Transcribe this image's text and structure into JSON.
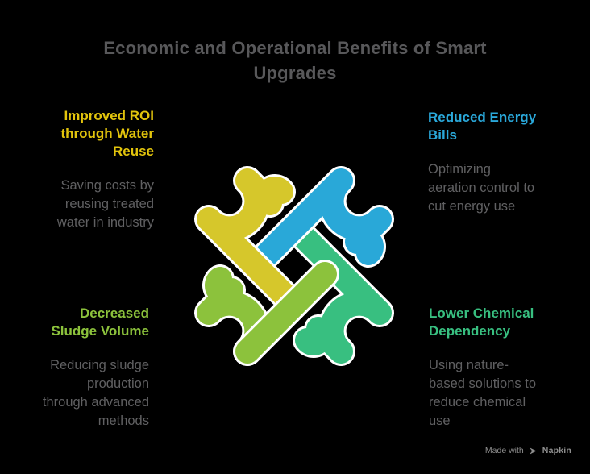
{
  "title": {
    "text": "Economic and Operational Benefits of Smart\nUpgrades",
    "color": "#58585a"
  },
  "benefits": [
    {
      "id": "improved-roi",
      "heading": "Improved ROI\nthrough Water\nReuse",
      "body": "Saving costs by\nreusing treated\nwater in industry",
      "heading_color": "#e2c40c",
      "position": "top-left"
    },
    {
      "id": "reduced-energy-bills",
      "heading": "Reduced Energy\nBills",
      "body": "Optimizing\naeration control to\ncut energy use",
      "heading_color": "#2aa8da",
      "position": "top-right"
    },
    {
      "id": "decreased-sludge-volume",
      "heading": "Decreased\nSludge Volume",
      "body": "Reducing sludge\nproduction\nthrough advanced\nmethods",
      "heading_color": "#8cc23c",
      "position": "bottom-left"
    },
    {
      "id": "lower-chemical-dependency",
      "heading": "Lower Chemical\nDependency",
      "body": "Using nature-\nbased solutions to\nreduce chemical\nuse",
      "heading_color": "#38bf80",
      "position": "bottom-right"
    }
  ],
  "body_text_color": "#606062",
  "knot": {
    "outline": "#ffffff",
    "colors": {
      "yellow": "#d6c72b",
      "blue": "#29a8d8",
      "green": "#38bf80",
      "light_green": "#8cc23c"
    }
  },
  "footer": {
    "prefix": "Made with",
    "brand": "Napkin",
    "color": "#8e8e8e"
  }
}
